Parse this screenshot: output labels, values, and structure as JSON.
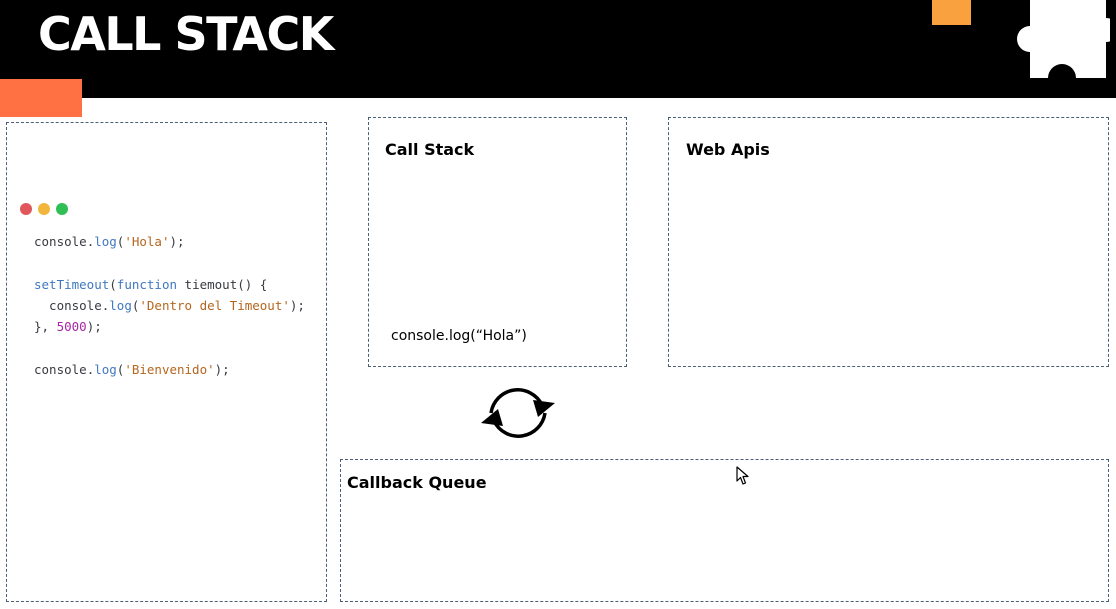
{
  "header": {
    "title": "CALL STACK",
    "background_color": "#000000",
    "accent_orange": "#f9a03f",
    "accent_coral": "#ff7043",
    "icon": "puzzle-piece-icon"
  },
  "code_panel": {
    "window_dots": [
      "#e0565b",
      "#f2b63d",
      "#2fbf54"
    ],
    "lines": [
      [
        {
          "t": "console",
          "c": "plain"
        },
        {
          "t": ".",
          "c": "plain"
        },
        {
          "t": "log",
          "c": "fn"
        },
        {
          "t": "(",
          "c": "plain"
        },
        {
          "t": "'Hola'",
          "c": "str"
        },
        {
          "t": ");",
          "c": "plain"
        }
      ],
      [],
      [
        {
          "t": "setTimeout",
          "c": "fn"
        },
        {
          "t": "(",
          "c": "plain"
        },
        {
          "t": "function",
          "c": "kw"
        },
        {
          "t": " tiemout() {",
          "c": "plain"
        }
      ],
      [
        {
          "t": "  console",
          "c": "plain"
        },
        {
          "t": ".",
          "c": "plain"
        },
        {
          "t": "log",
          "c": "fn"
        },
        {
          "t": "(",
          "c": "plain"
        },
        {
          "t": "'Dentro del Timeout'",
          "c": "str"
        },
        {
          "t": ");",
          "c": "plain"
        }
      ],
      [
        {
          "t": "}, ",
          "c": "plain"
        },
        {
          "t": "5000",
          "c": "num"
        },
        {
          "t": ");",
          "c": "plain"
        }
      ],
      [],
      [
        {
          "t": "console",
          "c": "plain"
        },
        {
          "t": ".",
          "c": "plain"
        },
        {
          "t": "log",
          "c": "fn"
        },
        {
          "t": "(",
          "c": "plain"
        },
        {
          "t": "'Bienvenido'",
          "c": "str"
        },
        {
          "t": ");",
          "c": "plain"
        }
      ]
    ]
  },
  "call_stack": {
    "heading": "Call Stack",
    "items": [
      "console.log(“Hola”)"
    ]
  },
  "web_apis": {
    "heading": "Web Apis"
  },
  "callback_queue": {
    "heading": "Callback Queue"
  },
  "event_loop": {
    "icon": "event-loop-cycle-icon"
  }
}
